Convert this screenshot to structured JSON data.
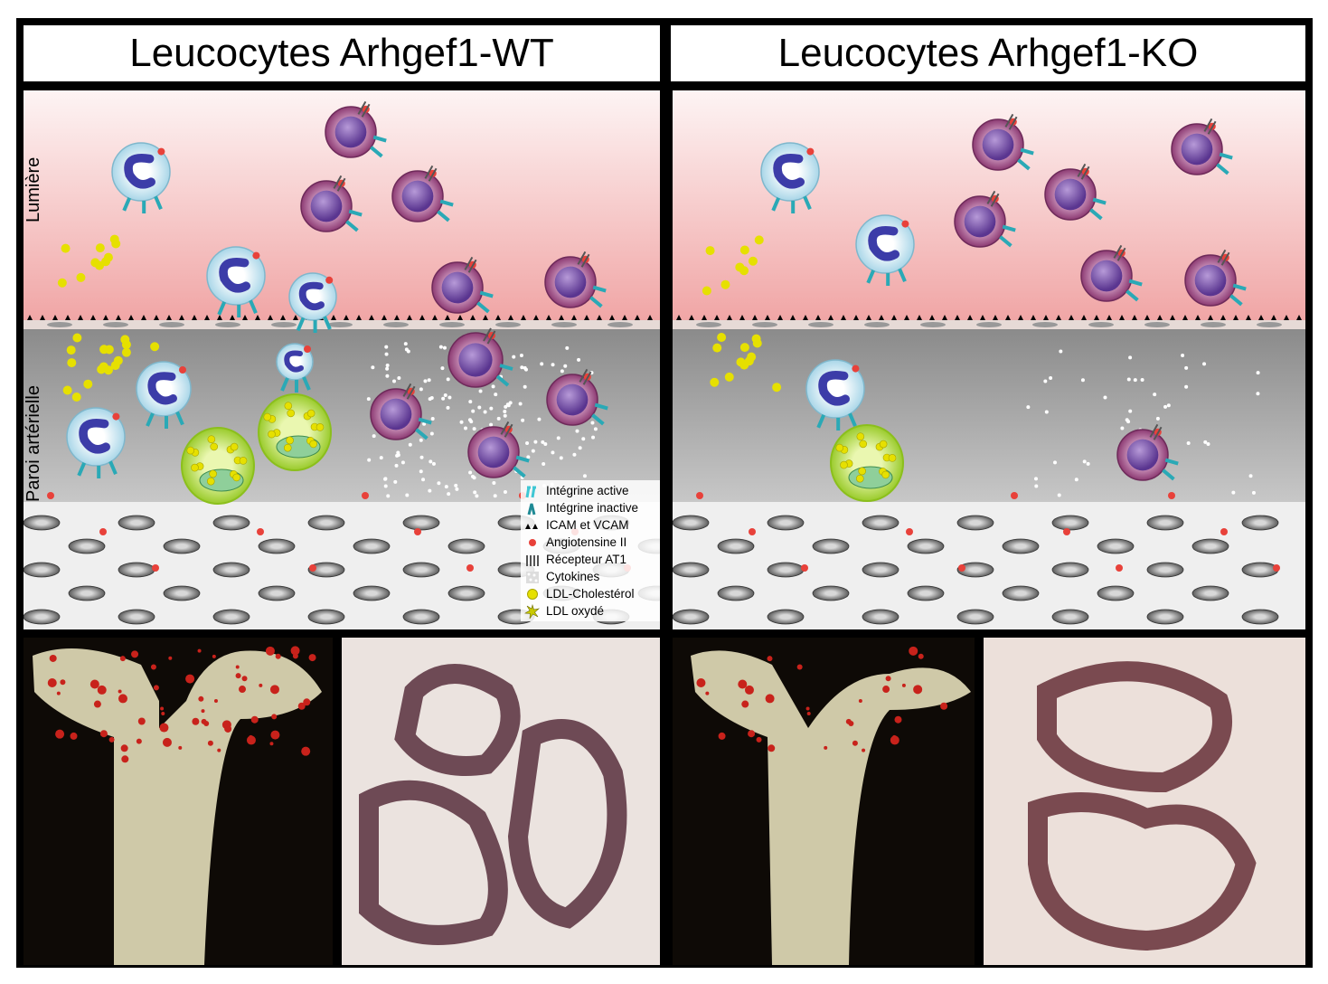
{
  "titles": {
    "left": "Leucocytes Arhgef1-WT",
    "right": "Leucocytes Arhgef1-KO"
  },
  "side_labels": {
    "lumen": "Lumière",
    "wall": "Paroi artérielle"
  },
  "legend": [
    {
      "label": "Intégrine active",
      "icon": "active-integrin-icon",
      "color": "#3fc7d4"
    },
    {
      "label": "Intégrine inactive",
      "icon": "inactive-integrin-icon",
      "color": "#1f8a95"
    },
    {
      "label": "ICAM et VCAM",
      "icon": "icam-vcam-icon",
      "color": "#000000"
    },
    {
      "label": "Angiotensine II",
      "icon": "angiotensin-icon",
      "color": "#e8413a"
    },
    {
      "label": "Récepteur AT1",
      "icon": "at1-receptor-icon",
      "color": "#555555"
    },
    {
      "label": "Cytokines",
      "icon": "cytokines-icon",
      "color": "#ffffff"
    },
    {
      "label": "LDL-Cholestérol",
      "icon": "ldl-cholesterol-icon",
      "color": "#e6e000"
    },
    {
      "label": "LDL oxydé",
      "icon": "oxidized-ldl-icon",
      "color": "#c9c900"
    }
  ],
  "colors": {
    "lumen_top": "#fbeeee",
    "lumen_bottom": "#f0a8a8",
    "wall_top": "#8c8c8c",
    "wall_bottom": "#f2f2f2",
    "monocyte": "#9b4a80",
    "monocyte_nucleus": "#7a4fa2",
    "neutrophil": "#dff0f7",
    "neutrophil_nucleus": "#3c3ca8",
    "foam_cell": "#b6e04a",
    "lipid_stain": "#c8221b"
  }
}
